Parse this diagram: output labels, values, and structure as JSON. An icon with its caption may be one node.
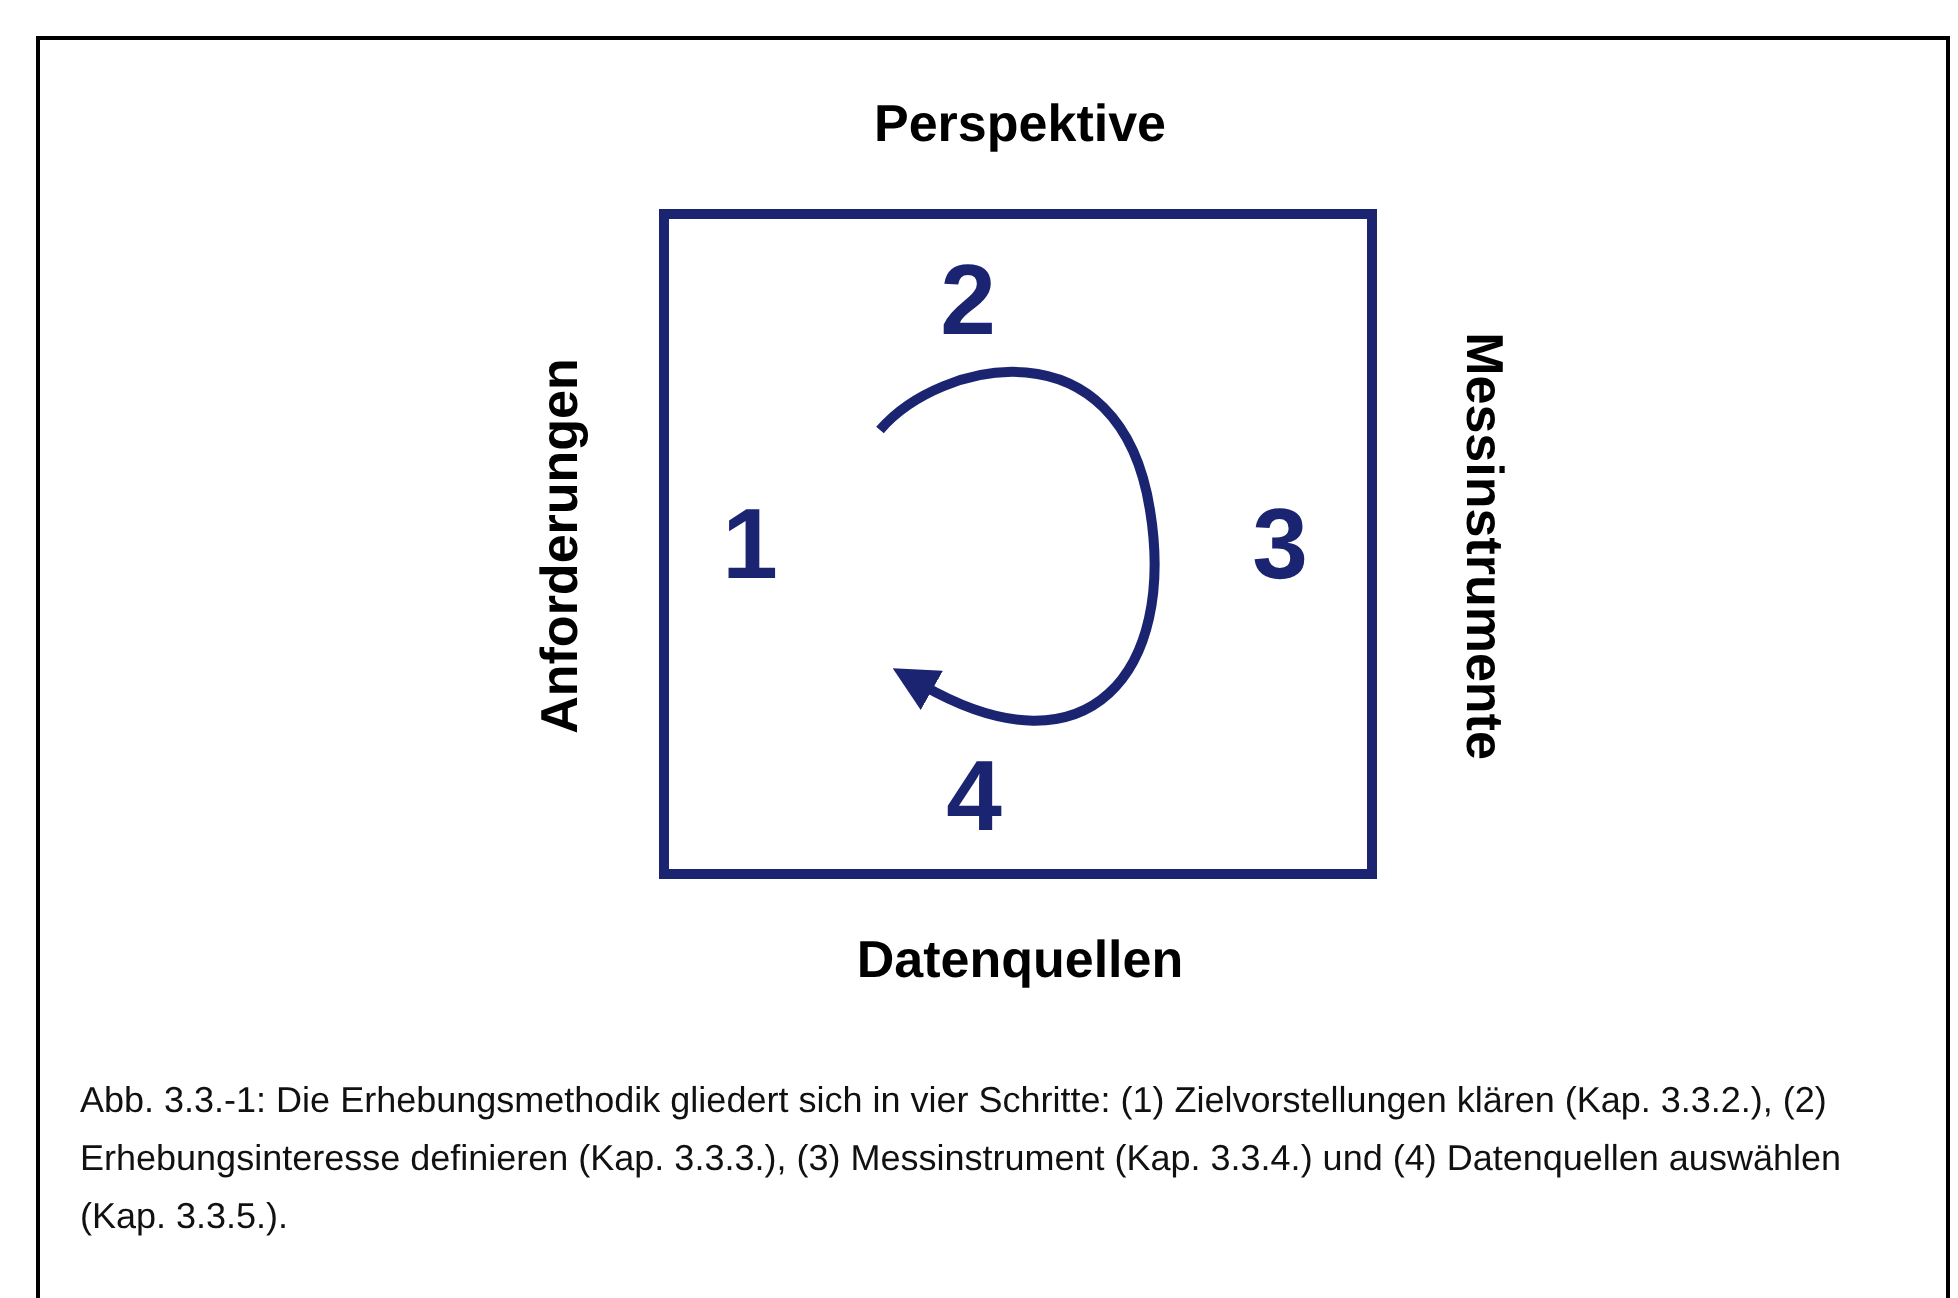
{
  "diagram": {
    "caption": "Abb. 3.3.-1: Die Erhebungsmethodik gliedert sich in vier Schritte: (1) Zielvorstellungen klären (Kap. 3.3.2.), (2) Erhebungsinteresse definieren (Kap. 3.3.3.), (3) Messinstrument (Kap. 3.3.4.) und (4) Datenquellen auswählen (Kap. 3.3.5.).",
    "labels": [
      "Perspektive",
      "Anforderungen",
      "2",
      "1",
      "3",
      "Messinstrumente",
      "4",
      "Datenquellen"
    ]
  }
}
